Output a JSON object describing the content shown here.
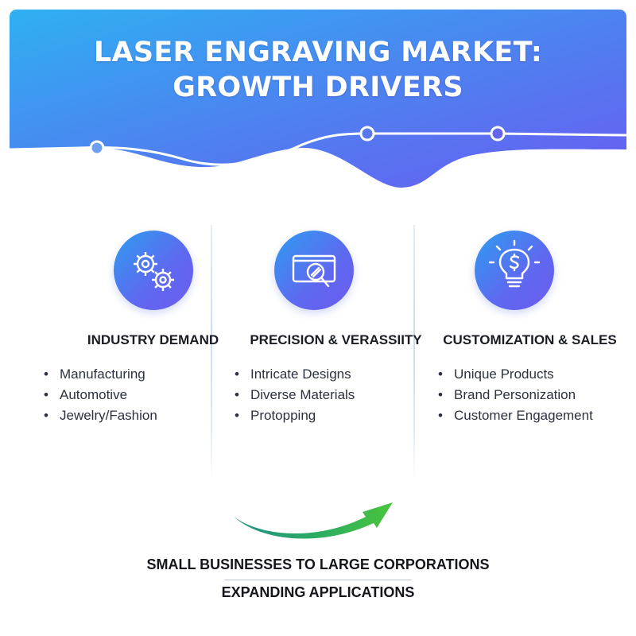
{
  "header": {
    "title_line1": "LASER ENGRAVING MARKET:",
    "title_line2": "GROWTH DRIVERS"
  },
  "columns": [
    {
      "icon": "gears-icon",
      "heading": "INDUSTRY DEMAND",
      "items": [
        "Manufacturing",
        "Automotive",
        "Jewelry/Fashion"
      ]
    },
    {
      "icon": "precision-magnifier-icon",
      "heading": "PRECISION & VERASSIITY",
      "items": [
        "Intricate Designs",
        "Diverse Materials",
        "Protopping"
      ]
    },
    {
      "icon": "lightbulb-dollar-icon",
      "heading": "CUSTOMIZATION & SALES",
      "items": [
        "Unique Products",
        "Brand Personization",
        "Customer Engagement"
      ]
    }
  ],
  "footer": {
    "line1": "SMALL BUSINESSES TO LARGE CORPORATIONS",
    "line2": "EXPANDING APPLICATIONS"
  },
  "colors": {
    "header_start": "#2ea6f0",
    "header_end": "#6a5cf2",
    "arrow_start": "#1d9b8c",
    "arrow_end": "#4bc43a"
  }
}
